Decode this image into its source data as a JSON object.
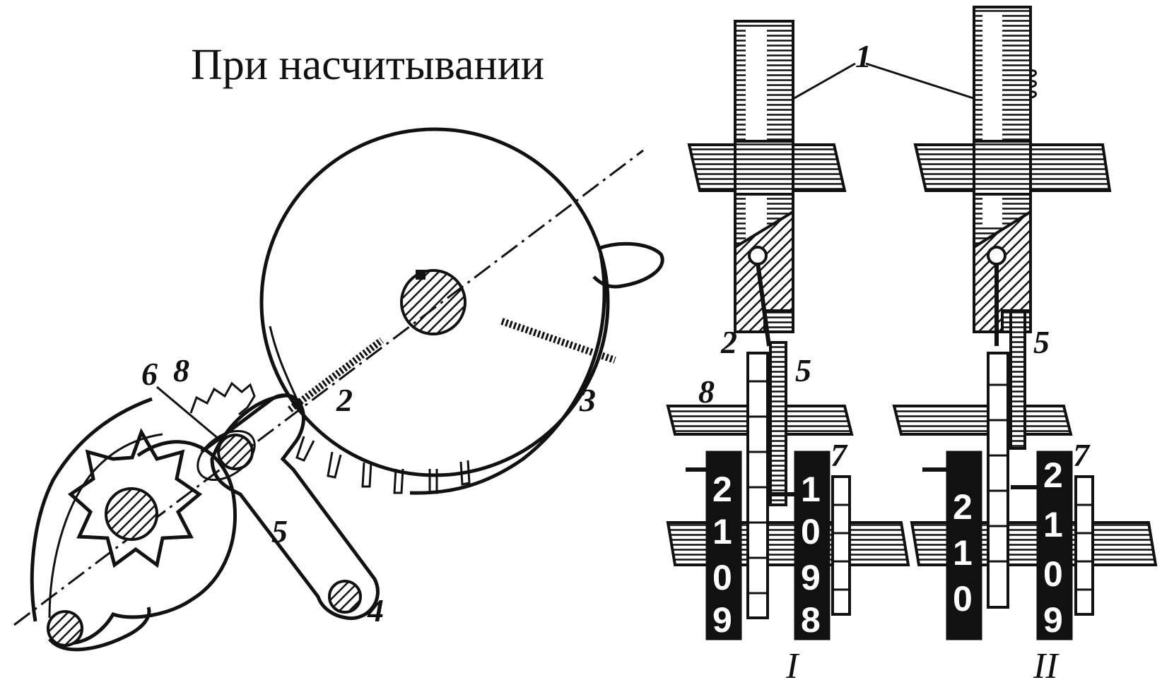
{
  "title": "При насчитывании",
  "labels": {
    "l1": "1",
    "l2": "2",
    "l3": "3",
    "l4": "4",
    "l5": "5",
    "l6": "6",
    "l8": "8",
    "v1_l2": "2",
    "v1_l5": "5",
    "v1_l7": "7",
    "v1_l8": "8",
    "v2_l5": "5",
    "v2_l7": "7"
  },
  "views": {
    "I": "I",
    "II": "II"
  },
  "wheels": {
    "v1_left": [
      "2",
      "1",
      "0",
      "9"
    ],
    "v1_right": [
      "1",
      "0",
      "9",
      "8"
    ],
    "v2_left": [
      "2",
      "1",
      "0"
    ],
    "v2_right": [
      "2",
      "1",
      "0",
      "9"
    ]
  }
}
